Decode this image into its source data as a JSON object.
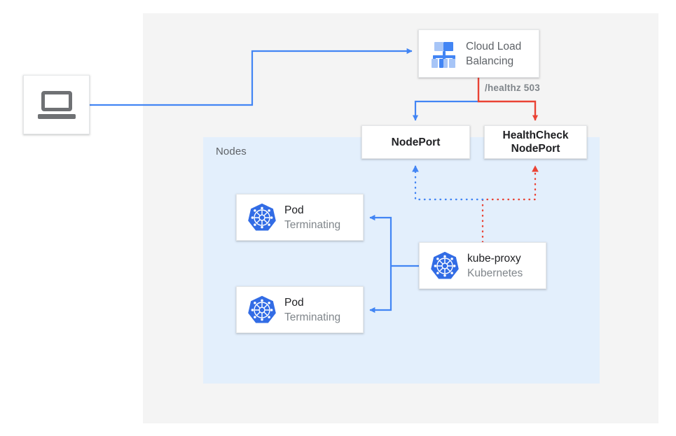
{
  "regions": {
    "outer_label": "",
    "nodes_label": "Nodes"
  },
  "colors": {
    "blue": "#4285f4",
    "red": "#ea4335",
    "nodes_bg": "#e3effc",
    "outer_bg": "#f4f4f4",
    "text_dark": "#202124",
    "text_gray": "#80868b"
  },
  "nodes": {
    "client": {
      "icon": "laptop-icon"
    },
    "cloud_load_balancing": {
      "title": "Cloud Load",
      "subtitle": "Balancing",
      "icon": "cloud-load-balancing-icon"
    },
    "nodeport": {
      "label": "NodePort"
    },
    "healthcheck_nodeport": {
      "line1": "HealthCheck",
      "line2": "NodePort"
    },
    "kube_proxy": {
      "title": "kube-proxy",
      "subtitle": "Kubernetes",
      "icon": "kubernetes-icon"
    },
    "pod1": {
      "title": "Pod",
      "subtitle": "Terminating",
      "icon": "kubernetes-icon"
    },
    "pod2": {
      "title": "Pod",
      "subtitle": "Terminating",
      "icon": "kubernetes-icon"
    }
  },
  "edges": {
    "healthz_label": "/healthz 503"
  }
}
